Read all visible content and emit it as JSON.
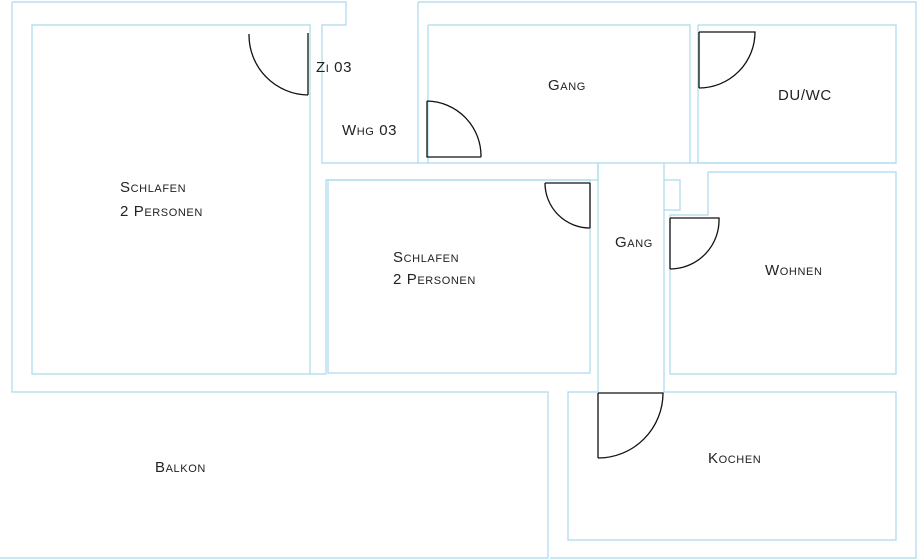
{
  "rooms": {
    "schlafen_left": {
      "line1": "Schlafen",
      "line2": "2 Personen"
    },
    "schlafen_mid": {
      "line1": "Schlafen",
      "line2": "2 Personen"
    },
    "balkon": "Balkon",
    "gang_top": "Gang",
    "gang_mid": "Gang",
    "du_wc": "DU/WC",
    "wohnen": "Wohnen",
    "kochen": "Kochen",
    "zi": "Zi 03",
    "whg": "Whg 03"
  },
  "colors": {
    "wall": "#a9d9ec",
    "door": "#111111",
    "text": "#222222"
  }
}
